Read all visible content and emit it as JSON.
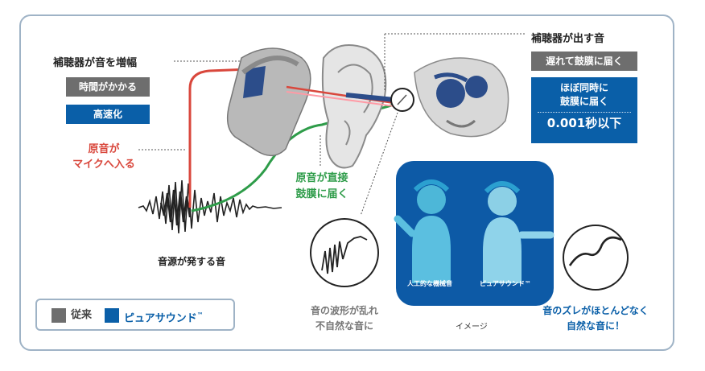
{
  "amplify": {
    "title": "補聴器が音を増幅",
    "conventional": "時間がかかる",
    "puresound": "高速化"
  },
  "mic": {
    "line1": "原音が",
    "line2": "マイクへ入る"
  },
  "direct": {
    "line1": "原音が直接",
    "line2": "鼓膜に届く"
  },
  "source_label": "音源が発する音",
  "output": {
    "title": "補聴器が出す音",
    "conventional": "遅れて鼓膜に届く",
    "puresound_line1": "ほぼ同時に",
    "puresound_line2": "鼓膜に届く",
    "puresound_time": "0.001秒以下"
  },
  "illustration": {
    "left_person": "人工的な機械音",
    "right_person": "ピュアサウンド™",
    "caption": "イメージ"
  },
  "distorted": {
    "line1": "音の波形が乱れ",
    "line2": "不自然な音に"
  },
  "smooth": {
    "line1": "音のズレがほとんどなく",
    "line2": "自然な音に！"
  },
  "legend": {
    "conventional": "従来",
    "puresound": "ピュアサウンド",
    "tm": "™"
  },
  "colors": {
    "conventional": "#6e6e6e",
    "puresound": "#0a5fa8",
    "mic_path": "#d9473c",
    "direct_path": "#2e9c49",
    "frame": "#9fb3c6"
  }
}
